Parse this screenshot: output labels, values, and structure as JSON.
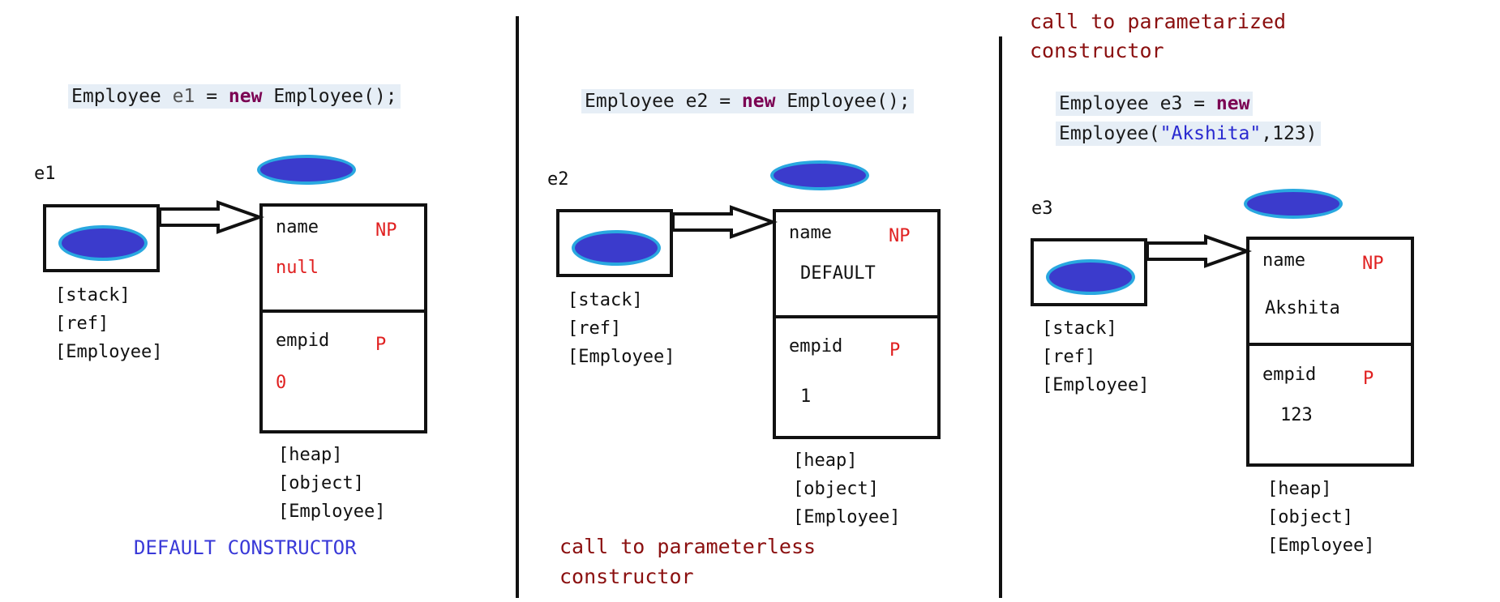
{
  "panels": [
    {
      "heading": "",
      "code": {
        "type": "Employee",
        "var": "e1",
        "op": "=",
        "kw": "new",
        "ctor": "Employee();",
        "line2": ""
      },
      "ref_label": "e1",
      "stack_lines": [
        "[stack]",
        "[ref]",
        "[Employee]"
      ],
      "name_field": "name",
      "name_tag": "NP",
      "name_value": "null",
      "empid_field": "empid",
      "empid_tag": "P",
      "empid_value": "0",
      "heap_lines": [
        "[heap]",
        "[object]",
        "[Employee]"
      ],
      "caption": [
        "DEFAULT CONSTRUCTOR"
      ]
    },
    {
      "heading": "",
      "code": {
        "type": "Employee",
        "var": "e2",
        "op": "=",
        "kw": "new",
        "ctor": "Employee();",
        "line2": ""
      },
      "ref_label": "e2",
      "stack_lines": [
        "[stack]",
        "[ref]",
        "[Employee]"
      ],
      "name_field": "name",
      "name_tag": "NP",
      "name_value": "DEFAULT",
      "empid_field": "empid",
      "empid_tag": "P",
      "empid_value": "1",
      "heap_lines": [
        "[heap]",
        "[object]",
        "[Employee]"
      ],
      "caption": [
        "call to parameterless",
        "constructor"
      ]
    },
    {
      "heading": [
        "call to parametarized",
        "constructor"
      ],
      "code": {
        "type": "Employee",
        "var": "e3",
        "op": "=",
        "kw": "new",
        "ctor": "Employee(",
        "str": "\"Akshita\"",
        "rest": ",123)"
      },
      "ref_label": "e3",
      "stack_lines": [
        "[stack]",
        "[ref]",
        "[Employee]"
      ],
      "name_field": "name",
      "name_tag": "NP",
      "name_value": "Akshita",
      "empid_field": "empid",
      "empid_tag": "P",
      "empid_value": "123",
      "heap_lines": [
        "[heap]",
        "[object]",
        "[Employee]"
      ],
      "caption": ""
    }
  ],
  "colors": {
    "ellipse_fill": "#3b3bcc",
    "ellipse_border": "#29a8e0",
    "tag_red": "#e02020",
    "caption_blue": "#3a3ad8",
    "caption_darkred": "#8b1010",
    "keyword": "#7b0052"
  }
}
